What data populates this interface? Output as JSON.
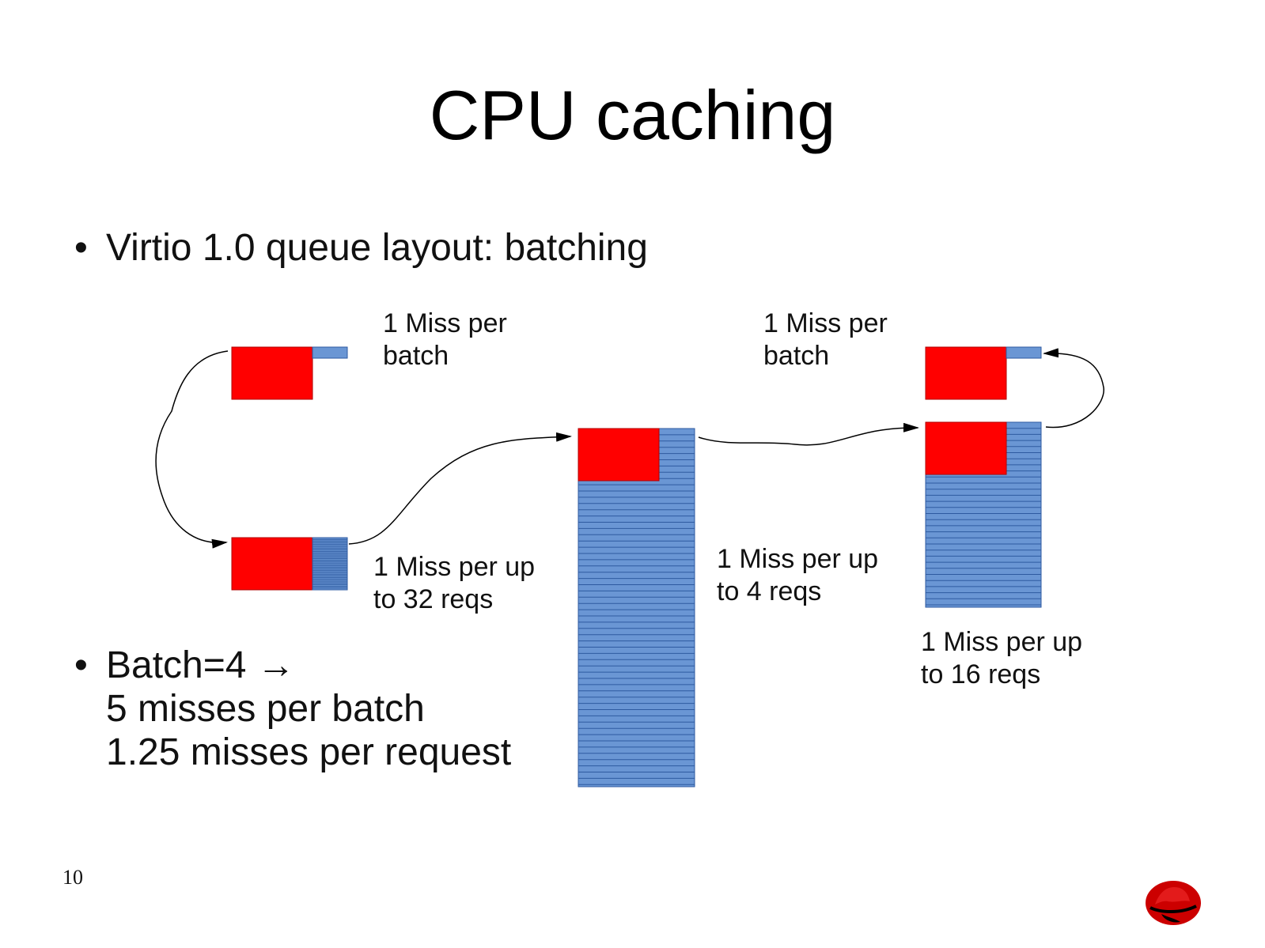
{
  "slide": {
    "title": "CPU caching",
    "page_number": "10"
  },
  "bullets": {
    "first": "Virtio 1.0 queue layout: batching",
    "second_lines": [
      "Batch=4 →",
      "5 misses per batch",
      "1.25 misses per request"
    ]
  },
  "labels": {
    "top_left": [
      "1 Miss per",
      "batch"
    ],
    "top_right": [
      "1 Miss per",
      "batch"
    ],
    "left_bottom": [
      "1 Miss per up",
      "to 32 reqs"
    ],
    "middle": [
      "1 Miss per up",
      "to 4 reqs"
    ],
    "right_bottom": [
      "1 Miss per up",
      "to 16 reqs"
    ]
  },
  "colors": {
    "miss_block": "#ff0000",
    "ring_fill": "#6a96d4",
    "ring_line": "#2e5aa0"
  },
  "icons": {
    "logo": "red-hat-logo-icon"
  }
}
